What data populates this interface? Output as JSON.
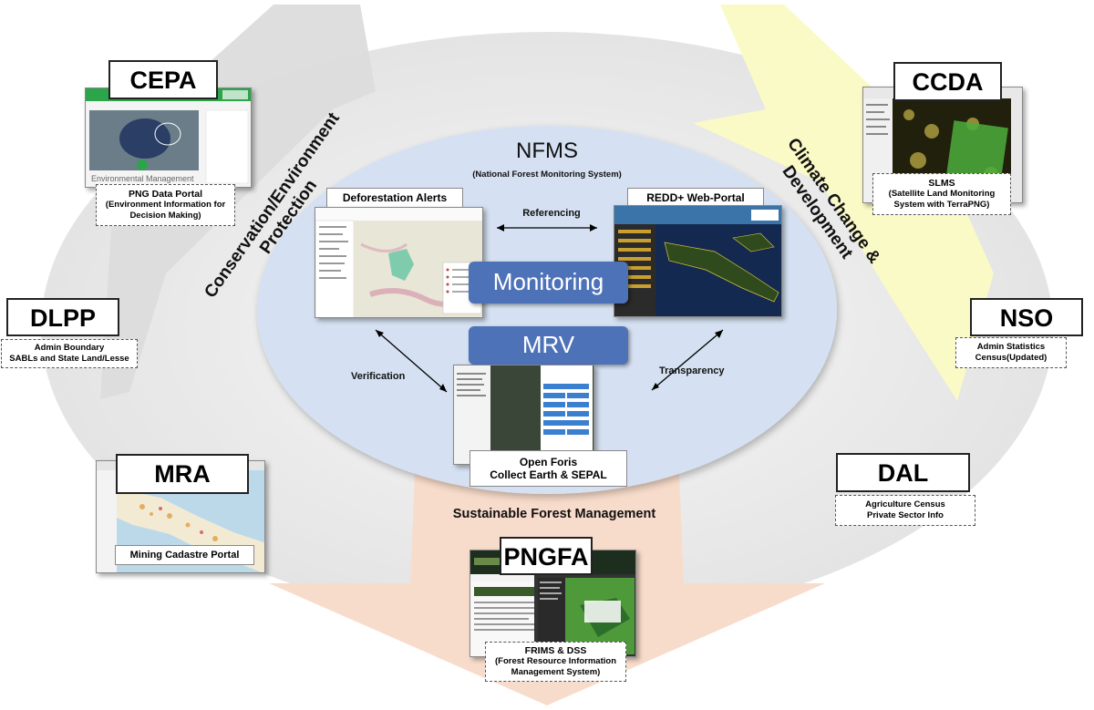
{
  "center": {
    "title": "NFMS",
    "subtitle": "(National Forest Monitoring System)",
    "monitoring_label": "Monitoring",
    "mrv_label": "MRV",
    "referencing": "Referencing",
    "verification": "Verification",
    "transparency": "Transparency"
  },
  "deforestation": {
    "title": "Deforestation Alerts"
  },
  "redd": {
    "title": "REDD+ Web-Portal"
  },
  "openforis": {
    "line1": "Open Foris",
    "line2": "Collect Earth & SEPAL"
  },
  "arrows": {
    "conservation_line1": "Conservation/Environment",
    "conservation_line2": "Protection",
    "climate_line1": "Climate Change &",
    "climate_line2": "Development",
    "sfm": "Sustainable Forest Management"
  },
  "cepa": {
    "name": "CEPA",
    "screenshot_text": "Environmental Management",
    "caption_line1": "PNG Data Portal",
    "caption_line2": "(Environment Information for",
    "caption_line3": "Decision Making)"
  },
  "ccda": {
    "name": "CCDA",
    "caption_line1": "SLMS",
    "caption_line2": "(Satellite Land Monitoring",
    "caption_line3": "System with TerraPNG)"
  },
  "dlpp": {
    "name": "DLPP",
    "line1": "Admin Boundary",
    "line2": "SABLs and State Land/Lesse"
  },
  "nso": {
    "name": "NSO",
    "line1": "Admin Statistics",
    "line2": "Census(Updated)"
  },
  "mra": {
    "name": "MRA",
    "caption": "Mining Cadastre  Portal"
  },
  "dal": {
    "name": "DAL",
    "line1": "Agriculture Census",
    "line2": "Private Sector Info"
  },
  "pngfa": {
    "name": "PNGFA",
    "caption_line1": "FRIMS & DSS",
    "caption_line2": "(Forest Resource Information",
    "caption_line3": "Management System)"
  },
  "colors": {
    "ellipse_fill": "#d5e1f2",
    "ring_fill": "#ececec",
    "climate_arrow": "#fafac4",
    "sfm_arrow": "#f8dccb",
    "conservation_arrow": "#e4e4e4",
    "button_blue": "#4e72b8"
  }
}
